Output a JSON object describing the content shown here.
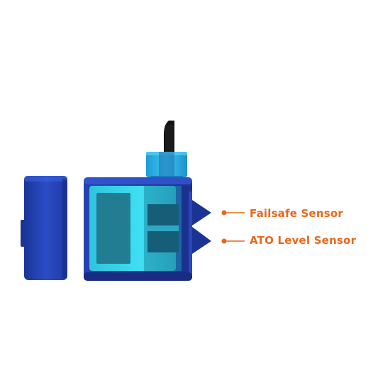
{
  "image": {
    "subject": "Sensor module with detached magnet pad",
    "colors": {
      "background": "#ffffff",
      "housing_dark": "#1d3a9e",
      "housing_mid": "#2849c2",
      "housing_light": "#3a5fd8",
      "window_cyan": "#34d6ee",
      "window_teal": "#2aa3b8",
      "cable": "#111111",
      "callout_accent": "#e8671c"
    }
  },
  "callouts": [
    {
      "id": "failsafe",
      "label": "Failsafe Sensor"
    },
    {
      "id": "ato",
      "label": "ATO Level Sensor"
    }
  ]
}
